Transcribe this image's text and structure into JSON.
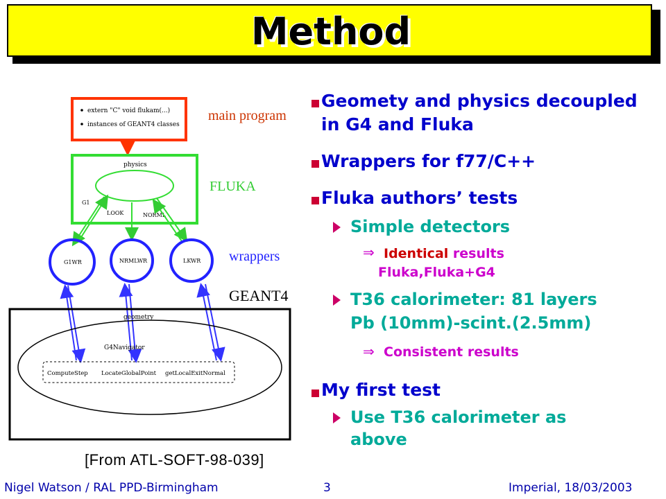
{
  "title": "Method",
  "diagram": {
    "main_program_label": "main program",
    "main_box_line1": "extern \"C\" void flukam(...)",
    "main_box_line2": "instances of GEANT4 classes",
    "physics_label": "physics",
    "fluka_label": "FLUKA",
    "g1_label": "G1",
    "look_label": "LOOK",
    "norml_label": "NORML",
    "wrappers_label": "wrappers",
    "g1wr": "G1WR",
    "nrmlwr": "NRMLWR",
    "lkwr": "LKWR",
    "geant4_label": "GEANT4",
    "geometry_label": "geometry",
    "navigator_label": "G4Navigator",
    "compute_step": "ComputeStep",
    "locate_point": "LocateGlobalPoint",
    "exit_normal": "getLocalExitNormal"
  },
  "bullets": {
    "b1_line1": "Geomety and physics decoupled",
    "b1_line2": "in G4 and Fluka",
    "b2": "Wrappers for f77/C++",
    "b3": "Fluka authors’ tests",
    "b3_sub1": "Simple detectors",
    "b3_sub1_imp_red": "Identical",
    "b3_sub1_imp_rest": " results",
    "b3_sub1_imp_line2": "Fluka,Fluka+G4",
    "b3_sub2_line1": "T36 calorimeter: 81 layers",
    "b3_sub2_line2": "Pb (10mm)-scint.(2.5mm)",
    "b3_sub2_imp": "Consistent results",
    "b4": "My first test",
    "b4_sub1_line1": "Use T36 calorimeter as",
    "b4_sub1_line2": "above"
  },
  "caption": "[From ATL-SOFT-98-039]",
  "footer": {
    "left": "Nigel Watson / RAL PPD-Birmingham",
    "page": "3",
    "right": "Imperial, 18/03/2003"
  },
  "colors": {
    "title_bg": "#ffff00",
    "level1": "#0000cc",
    "level2": "#00aa99",
    "level3": "#cc00cc",
    "bullet_square": "#cc0033",
    "footer": "#0000aa"
  }
}
